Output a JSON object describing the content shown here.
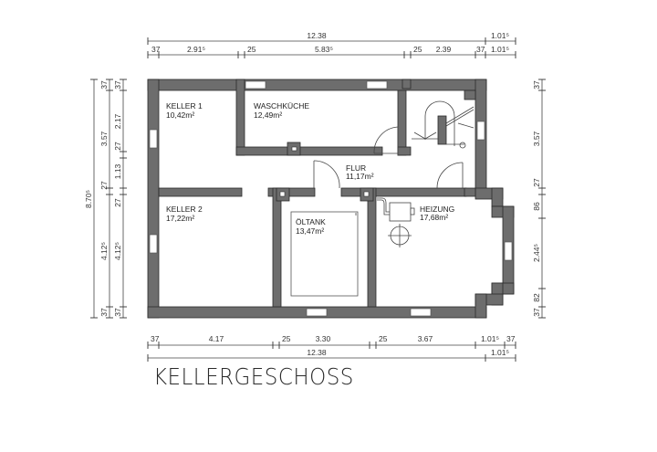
{
  "title": "KELLERGESCHOSS",
  "rooms": [
    {
      "name": "KELLER 1",
      "area": "10,42m²"
    },
    {
      "name": "WASCHKÜCHE",
      "area": "12,49m²"
    },
    {
      "name": "FLUR",
      "area": "11,17m²"
    },
    {
      "name": "KELLER 2",
      "area": "17,22m²"
    },
    {
      "name": "ÖLTANK",
      "area": "13,47m²"
    },
    {
      "name": "HEIZUNG",
      "area": "17,68m²"
    }
  ],
  "dimensions": {
    "top_total": [
      "12.38",
      "1.01⁵"
    ],
    "top_detail": [
      "37",
      "2.91⁵",
      "25",
      "5.83⁵",
      "25",
      "2.39",
      "37",
      "1.01⁵"
    ],
    "bottom_detail": [
      "37",
      "4.17",
      "25",
      "3.30",
      "25",
      "3.67",
      "1.01⁵",
      "37"
    ],
    "bottom_total": [
      "12.38",
      "1.01⁵"
    ],
    "left_total": [
      "8.70⁵"
    ],
    "left_middle": [
      "37",
      "3.57",
      "27",
      "4.12⁵",
      "37"
    ],
    "left_inner": [
      "37",
      "2.17",
      "27",
      "1.13",
      "27",
      "4.12⁵",
      "37"
    ],
    "right": [
      "37",
      "3.57",
      "27",
      "86",
      "2.44⁵",
      "82",
      "37"
    ]
  },
  "colors": {
    "wall": "#6d6d6d",
    "outline": "#2a2a2a"
  }
}
